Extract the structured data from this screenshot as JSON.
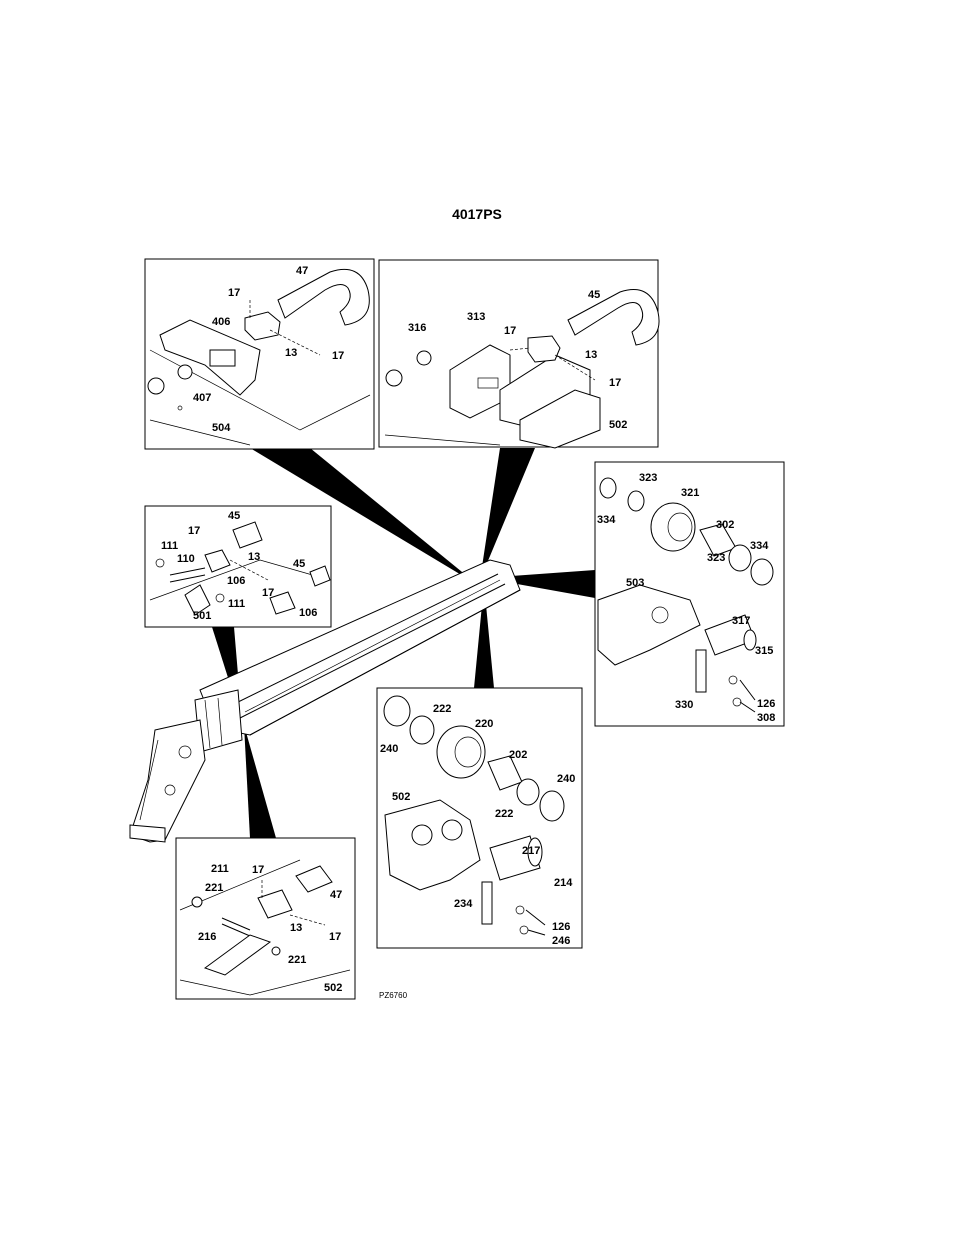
{
  "title": "4017PS",
  "figure_code": "PZ6760",
  "panels": {
    "top_left": {
      "labels": [
        "47",
        "17",
        "406",
        "13",
        "17",
        "407",
        "504"
      ]
    },
    "top_right": {
      "labels": [
        "45",
        "313",
        "17",
        "316",
        "13",
        "17",
        "502"
      ]
    },
    "right": {
      "labels": [
        "323",
        "321",
        "334",
        "302",
        "334",
        "323",
        "503",
        "317",
        "315",
        "330",
        "126",
        "308"
      ]
    },
    "left": {
      "labels": [
        "45",
        "17",
        "111",
        "110",
        "13",
        "106",
        "45",
        "17",
        "111",
        "501",
        "106"
      ]
    },
    "center": {
      "labels": [
        "222",
        "220",
        "240",
        "202",
        "240",
        "502",
        "222",
        "217",
        "214",
        "234",
        "126",
        "246"
      ]
    },
    "bottom": {
      "labels": [
        "211",
        "17",
        "221",
        "47",
        "216",
        "13",
        "17",
        "221",
        "502"
      ]
    }
  }
}
